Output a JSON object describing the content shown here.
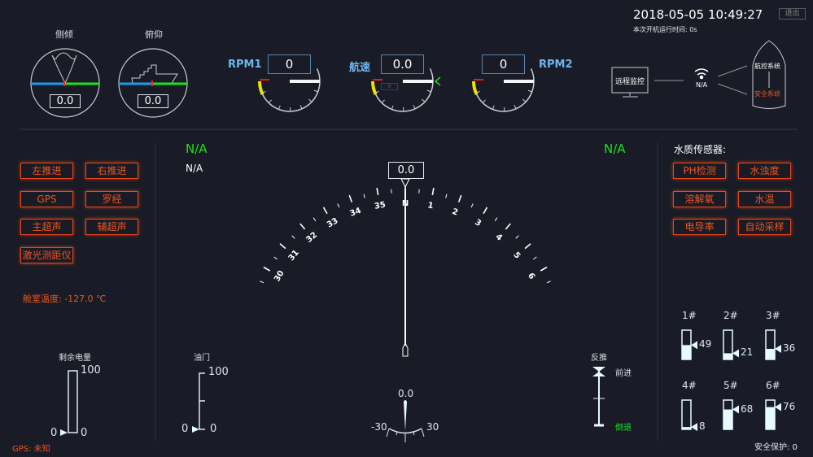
{
  "header": {
    "datetime": "2018-05-05 10:49:27",
    "runtime_label": "本次开机运行时间:",
    "runtime_value": "0s",
    "exit_label": "退出"
  },
  "attitude": {
    "roll_label": "侧倾",
    "roll_value": "0.0",
    "pitch_label": "俯仰",
    "pitch_value": "0.0"
  },
  "gauges": {
    "rpm1_label": "RPM1",
    "rpm1_value": "0",
    "speed_label": "航速",
    "speed_value": "0.0",
    "speed_sub": "0",
    "rpm2_label": "RPM2",
    "rpm2_value": "0"
  },
  "network": {
    "remote_label": "远程监控",
    "wifi_status": "N/A",
    "nav_system": "航控系统",
    "safety_system": "安全系统"
  },
  "devices": [
    "左推进",
    "右推进",
    "GPS",
    "罗经",
    "主超声",
    "辅超声",
    "激光测距仪"
  ],
  "cabin_temp": "舱室温度: -127.0 ℃",
  "battery": {
    "label": "剩余电量",
    "max": "100",
    "min": "0",
    "value": "0",
    "value_pct": 0
  },
  "throttle": {
    "label": "油门",
    "max": "100",
    "min": "0",
    "value": "0",
    "value_pct": 0
  },
  "gps_status": "GPS: 未知",
  "compass": {
    "heading": "0.0",
    "left_status": "N/A",
    "left_sub": "N/A",
    "right_status": "N/A",
    "labels": [
      "30",
      "31",
      "32",
      "33",
      "34",
      "35",
      "N",
      "1",
      "2",
      "3",
      "4",
      "5",
      "6"
    ]
  },
  "rudder": {
    "value": "0.0",
    "min": "-30",
    "max": "30",
    "angle": 0
  },
  "thrust": {
    "label": "反推",
    "forward": "前进",
    "reverse": "倒退",
    "level": 1
  },
  "water": {
    "title": "水质传感器:",
    "buttons": [
      "PH检测",
      "水浊度",
      "溶解氧",
      "水温",
      "电导率",
      "自动采样"
    ]
  },
  "tanks": [
    {
      "name": "1#",
      "value": 49
    },
    {
      "name": "2#",
      "value": 21
    },
    {
      "name": "3#",
      "value": 36
    },
    {
      "name": "4#",
      "value": 8
    },
    {
      "name": "5#",
      "value": 68
    },
    {
      "name": "6#",
      "value": 76
    }
  ],
  "safety": "安全保护: 0",
  "colors": {
    "bg": "#191c26",
    "alarm": "#e8471a",
    "ok": "#1ee01e",
    "accent": "#6fb6ef"
  }
}
